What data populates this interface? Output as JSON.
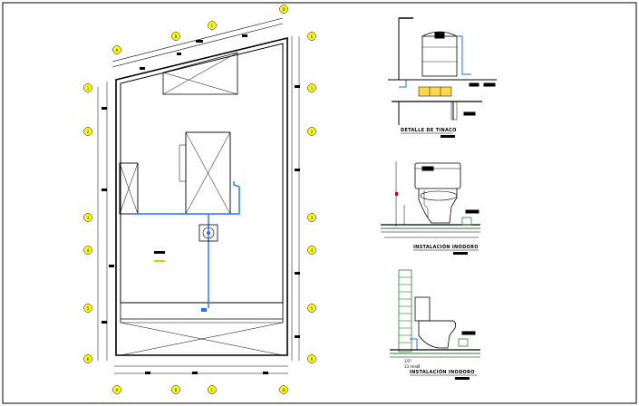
{
  "drawing": {
    "axis_markers": [
      "A",
      "B",
      "C",
      "D",
      "E",
      "F",
      "1",
      "2",
      "3",
      "4",
      "5",
      "6",
      "7"
    ],
    "colors": {
      "line": "#000000",
      "water_pipe": "#1a73ff",
      "axis_bubble": "#ffff00",
      "ladder": "#2e7d32",
      "dim_line": "#888888",
      "tank_pipe": "#1a6cff"
    }
  },
  "details": {
    "tank_caption": "DETALLE DE TINACO",
    "toilet_caption_1": "INSTALACIÓN INODORO",
    "toilet_caption_2": "INSTALACIÓN INODORO",
    "pipe_note_1": "1/2\"",
    "pipe_note_2": "13 mmØ"
  }
}
